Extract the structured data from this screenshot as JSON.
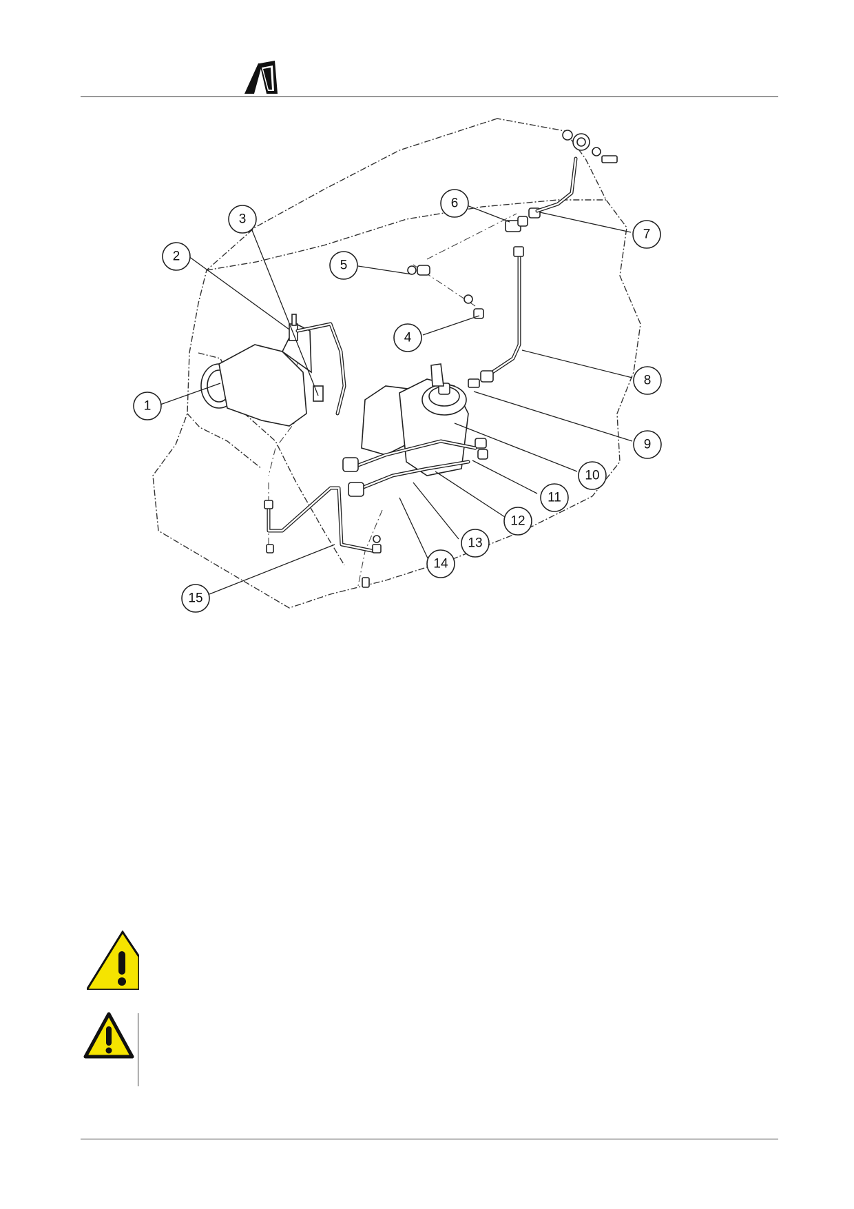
{
  "header": {
    "logo_icon": "manufacturer-logo-icon"
  },
  "figure": {
    "callouts": [
      "1",
      "2",
      "3",
      "4",
      "5",
      "6",
      "7",
      "8",
      "9",
      "10",
      "11",
      "12",
      "13",
      "14",
      "15"
    ]
  },
  "warnings": [
    {
      "icon": "warning-triangle-icon",
      "color": "#f5e400"
    },
    {
      "icon": "warning-triangle-icon",
      "color": "#f5e400"
    }
  ],
  "colors": {
    "warning_yellow": "#f5e400",
    "line": "#222222"
  }
}
